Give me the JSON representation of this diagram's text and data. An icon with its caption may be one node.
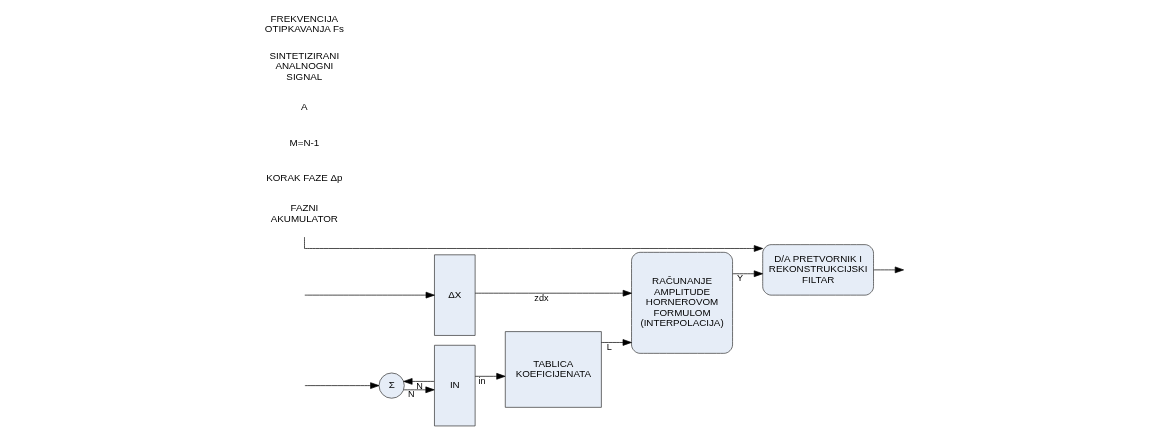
{
  "diagram": {
    "nodes": [
      {
        "text": [
          "Σ"
        ]
      },
      {
        "text": [
          "IN"
        ]
      },
      {
        "text": [
          "ΔX"
        ]
      },
      {
        "text": [
          "TABLICA KOEFICIJENATA"
        ]
      },
      {
        "text": [
          "RAČUNANJE AMPLITUDE HORNEROVOM FORMULOM (INTERPOLACIJA)"
        ]
      },
      {
        "text": [
          "D/A PRETVORNIK I REKONSTRUKCIJSKI FILTAR"
        ]
      }
    ],
    "edges": [
      {
        "from": null,
        "to": 0,
        "arrow": "to"
      },
      {
        "from": 0,
        "to": 1,
        "label": "N",
        "arrow": "to"
      },
      {
        "from": 1,
        "to": 0,
        "label": "N",
        "arrow": "to"
      },
      {
        "from": 1,
        "to": 3,
        "label": "in",
        "arrow": "to"
      },
      {
        "from": 3,
        "to": 4,
        "label": "L",
        "arrow": "to"
      },
      {
        "from": 2,
        "to": 4,
        "label": "zdx",
        "arrow": "to"
      },
      {
        "from": 4,
        "to": 5,
        "label": "Y",
        "arrow": "to"
      },
      {
        "from": null,
        "to": 2,
        "arrow": "to"
      },
      {
        "from": null,
        "to": 5,
        "arrow": "to"
      },
      {
        "from": 5,
        "to": null,
        "arrow": "to"
      }
    ],
    "labels": [
      "FAZNI AKUMULATOR",
      "KORAK FAZE Δp",
      "M=N-1",
      "A",
      "SINTETIZIRANI ANALNOGNI SIGNAL",
      "FREKVENCIJA OTIPKAVANJA Fs"
    ]
  }
}
